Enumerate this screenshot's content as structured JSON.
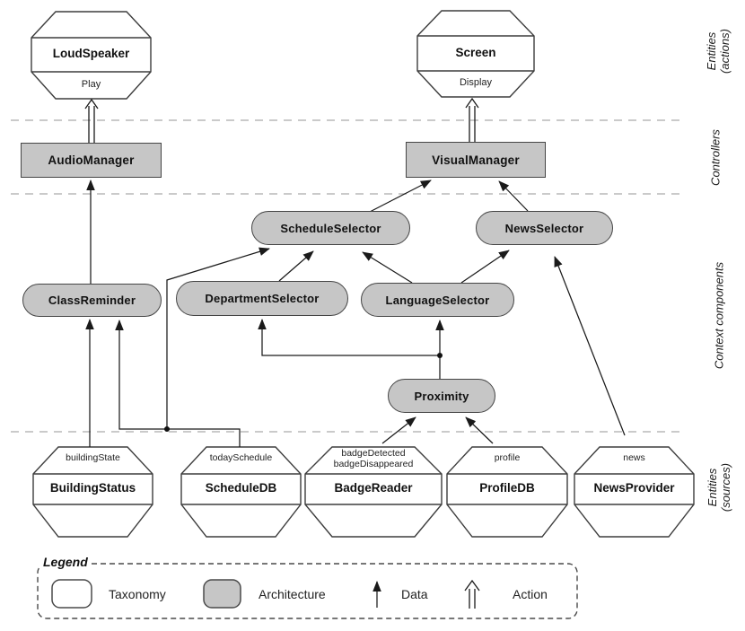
{
  "nodes": {
    "loudspeaker": {
      "name": "LoudSpeaker",
      "action": "Play"
    },
    "screen": {
      "name": "Screen",
      "action": "Display"
    },
    "audio_manager": {
      "name": "AudioManager"
    },
    "visual_manager": {
      "name": "VisualManager"
    },
    "schedule_selector": {
      "name": "ScheduleSelector"
    },
    "news_selector": {
      "name": "NewsSelector"
    },
    "class_reminder": {
      "name": "ClassReminder"
    },
    "department_selector": {
      "name": "DepartmentSelector"
    },
    "language_selector": {
      "name": "LanguageSelector"
    },
    "proximity": {
      "name": "Proximity"
    },
    "building_status": {
      "name": "BuildingStatus",
      "output": "buildingState"
    },
    "schedule_db": {
      "name": "ScheduleDB",
      "output": "todaySchedule"
    },
    "badge_reader": {
      "name": "BadgeReader",
      "outputs": [
        "badgeDetected",
        "badgeDisappeared"
      ]
    },
    "profile_db": {
      "name": "ProfileDB",
      "output": "profile"
    },
    "news_provider": {
      "name": "NewsProvider",
      "output": "news"
    }
  },
  "layers": {
    "entities_actions": {
      "line1": "Entities",
      "line2": "(actions)"
    },
    "controllers": {
      "label": "Controllers"
    },
    "context_components": {
      "label": "Context components"
    },
    "entities_sources": {
      "line1": "Entities",
      "line2": "(sources)"
    }
  },
  "legend": {
    "title": "Legend",
    "taxonomy_label": "Taxonomy",
    "architecture_label": "Architecture",
    "data_label": "Data",
    "action_label": "Action"
  },
  "colors": {
    "architecture_fill": "#c6c6c6",
    "taxonomy_fill": "#ffffff",
    "outline": "#3d3d3d",
    "arrow": "#1a1a1a",
    "separator": "#b8b8b8"
  }
}
